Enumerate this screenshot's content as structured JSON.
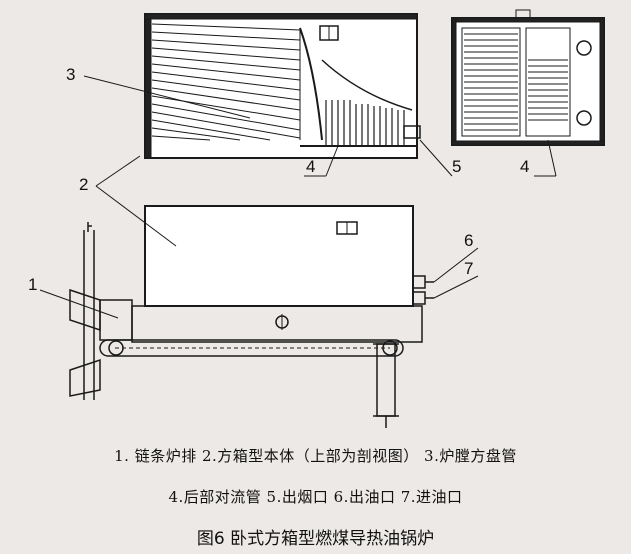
{
  "labels": [
    "3",
    "2",
    "4",
    "5",
    "4",
    "6",
    "7",
    "1"
  ],
  "legend": {
    "line1": "1.  链条炉排  2.方箱型本体（上部为剖视图） 3.炉膛方盘管",
    "line2": "4.后部对流管  5.出烟口  6.出油口  7.进油口"
  },
  "caption": "图6  卧式方箱型燃煤导热油锅炉",
  "colors": {
    "ink": "#1a1a1a",
    "fill": "#ffffff",
    "background": "#ece9e6"
  }
}
